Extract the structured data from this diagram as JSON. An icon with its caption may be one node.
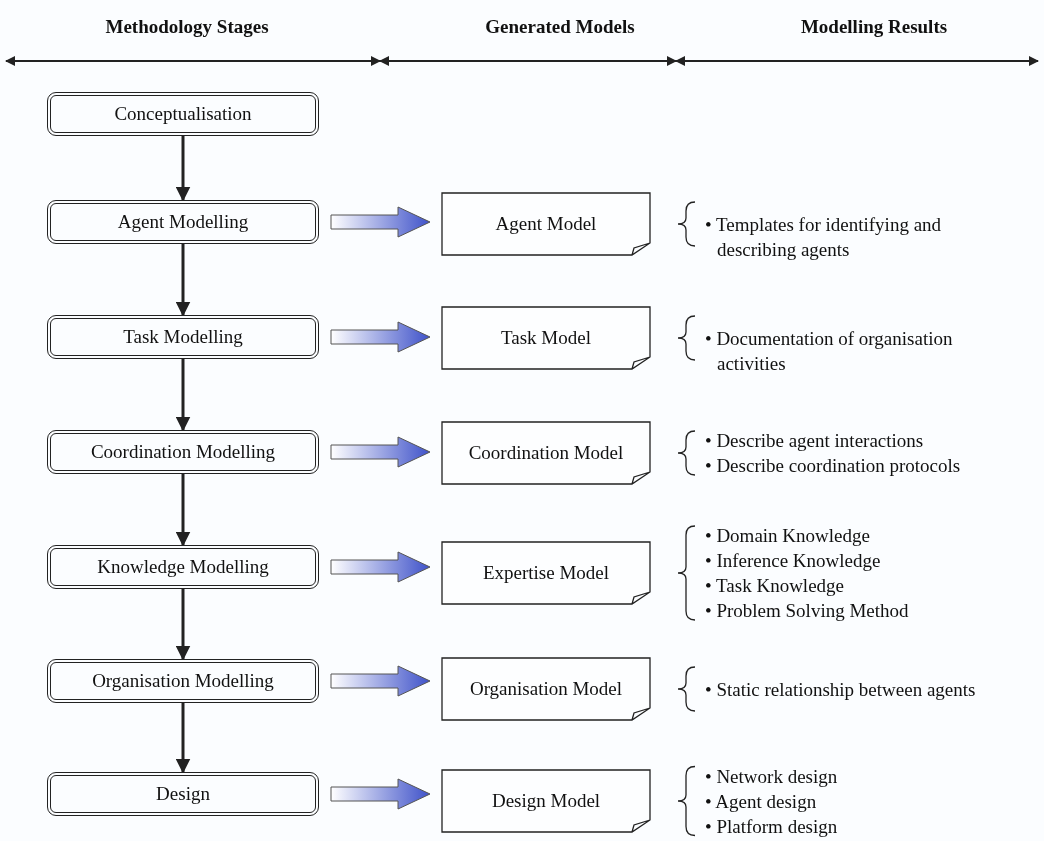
{
  "diagram": {
    "nodes": [
      {
        "text": [
          "Conceptualisation"
        ]
      },
      {
        "text": [
          "Agent Modelling"
        ]
      },
      {
        "text": [
          "Task Modelling"
        ]
      },
      {
        "text": [
          "Coordination Modelling"
        ]
      },
      {
        "text": [
          "Knowledge Modelling"
        ]
      },
      {
        "text": [
          "Organisation Modelling"
        ]
      },
      {
        "text": [
          "Design"
        ]
      },
      {
        "text": [
          "Agent Model"
        ],
        "beside": [
          "• Templates for identifying and describing agents"
        ]
      },
      {
        "text": [
          "Task Model"
        ],
        "beside": [
          "• Documentation of organisation activities"
        ]
      },
      {
        "text": [
          "Coordination Model"
        ],
        "beside": [
          "• Describe agent interactions",
          "• Describe coordination protocols"
        ]
      },
      {
        "text": [
          "Expertise Model"
        ],
        "beside": [
          "• Domain Knowledge",
          "• Inference Knowledge",
          "• Task Knowledge",
          "• Problem Solving Method"
        ]
      },
      {
        "text": [
          "Organisation Model"
        ],
        "beside": [
          "• Static relationship between agents"
        ]
      },
      {
        "text": [
          "Design  Model"
        ],
        "beside": [
          "• Network design",
          "• Agent design",
          "• Platform design"
        ]
      }
    ],
    "edges": [
      {
        "from": 0,
        "to": 1,
        "arrow": "to"
      },
      {
        "from": 1,
        "to": 2,
        "arrow": "to"
      },
      {
        "from": 2,
        "to": 3,
        "arrow": "to"
      },
      {
        "from": 3,
        "to": 4,
        "arrow": "to"
      },
      {
        "from": 4,
        "to": 5,
        "arrow": "to"
      },
      {
        "from": 5,
        "to": 6,
        "arrow": "to"
      },
      {
        "from": 1,
        "to": 7,
        "arrow": "to",
        "style": "thick",
        "color": "#3f52c9"
      },
      {
        "from": 2,
        "to": 8,
        "arrow": "to",
        "style": "thick",
        "color": "#3f52c9"
      },
      {
        "from": 3,
        "to": 9,
        "arrow": "to",
        "style": "thick",
        "color": "#3f52c9"
      },
      {
        "from": 4,
        "to": 10,
        "arrow": "to",
        "style": "thick",
        "color": "#3f52c9"
      },
      {
        "from": 5,
        "to": 11,
        "arrow": "to",
        "style": "thick",
        "color": "#3f52c9"
      },
      {
        "from": 6,
        "to": 12,
        "arrow": "to",
        "style": "thick",
        "color": "#3f52c9"
      }
    ],
    "labels": [
      "Methodology Stages",
      "Generated Models",
      "Modelling Results"
    ]
  }
}
